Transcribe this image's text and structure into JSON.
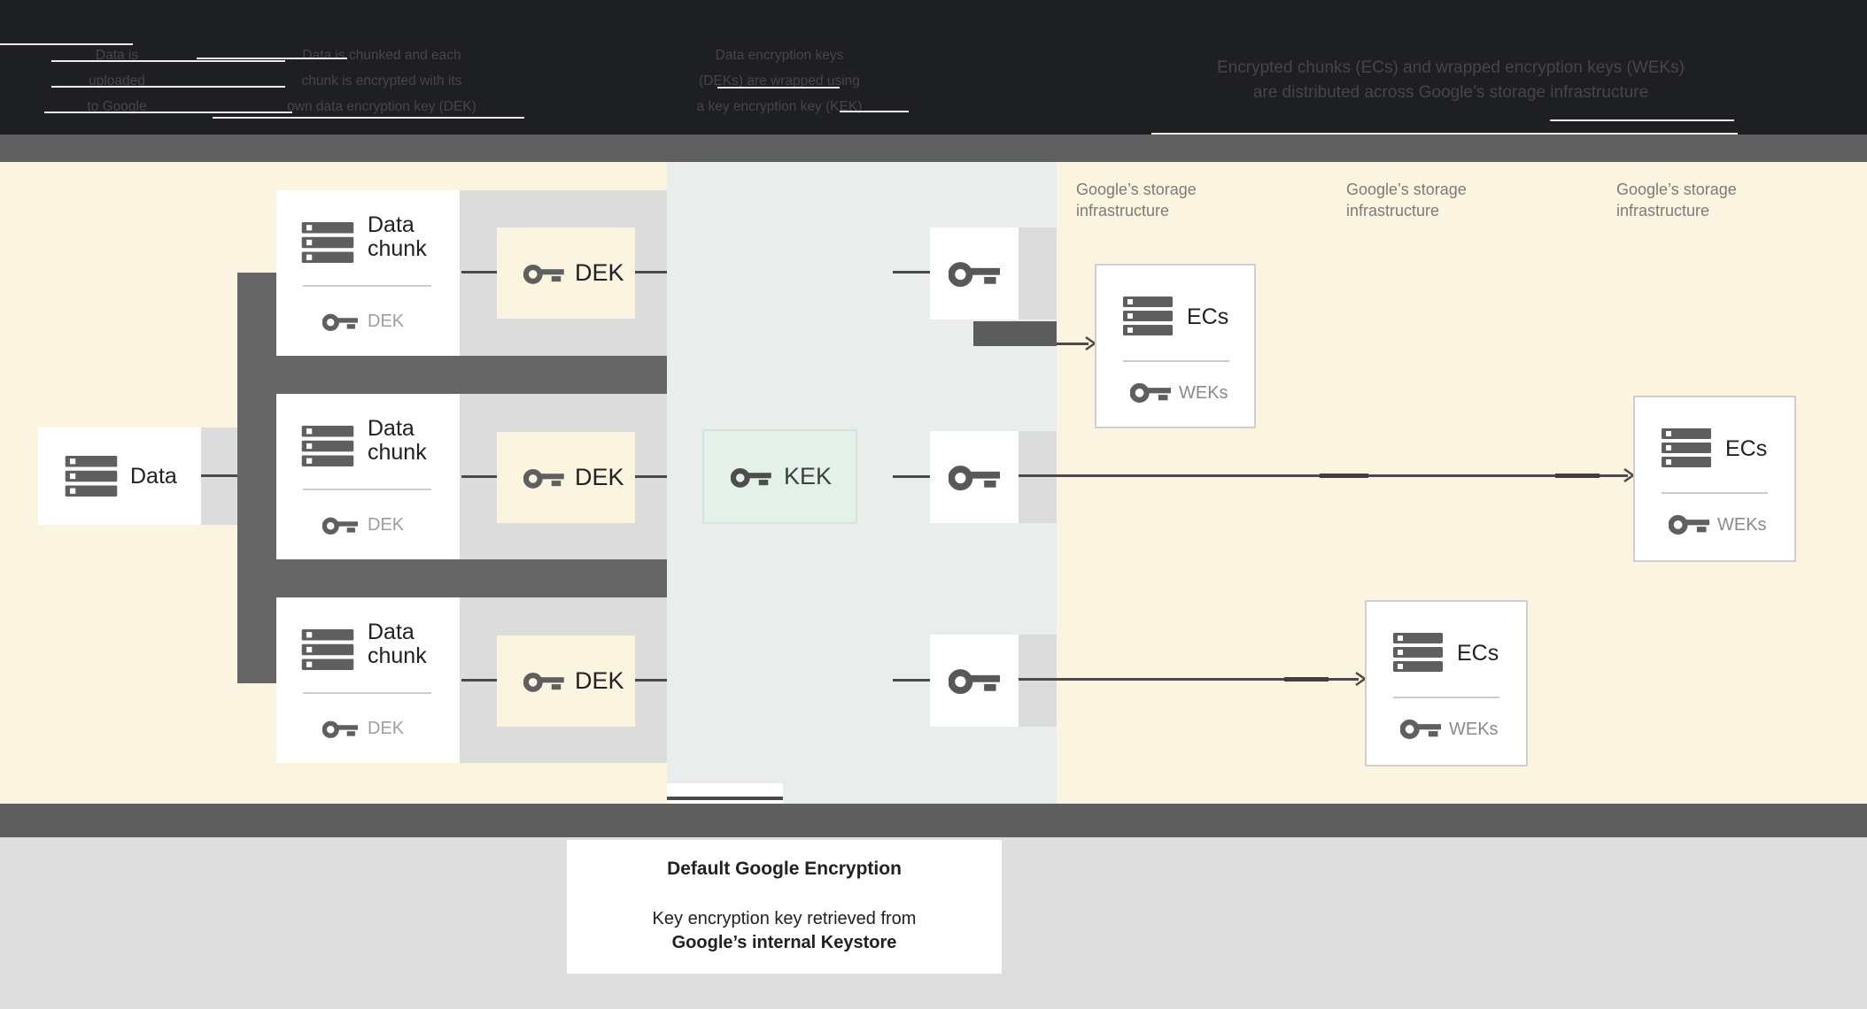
{
  "top_banner": {
    "steps": [
      {
        "lines": [
          "Data is",
          "uploaded",
          "to Google"
        ]
      },
      {
        "lines": [
          "Data is chunked and each",
          "chunk is encrypted with its",
          "own data encryption key (DEK)"
        ]
      },
      {
        "lines": [
          "Data encryption keys",
          "(DEKs) are wrapped using",
          "a key encryption key (KEK)"
        ]
      },
      {
        "lines": [
          "Encrypted chunks (ECs) and wrapped encryption keys (WEKs)",
          "are distributed across Google’s storage infrastructure"
        ]
      }
    ]
  },
  "diagram": {
    "data_box": {
      "label": "Data"
    },
    "chunk_rows": [
      {
        "line1": "Data",
        "line2": "chunk",
        "key_label": "DEK"
      },
      {
        "line1": "Data",
        "line2": "chunk",
        "key_label": "DEK"
      },
      {
        "line1": "Data",
        "line2": "chunk",
        "key_label": "DEK"
      }
    ],
    "dek_boxes": [
      {
        "label": "DEK"
      },
      {
        "label": "DEK"
      },
      {
        "label": "DEK"
      }
    ],
    "kek_box": {
      "label": "KEK"
    },
    "storage_labels": [
      {
        "line1": "Google’s storage",
        "line2": "infrastructure"
      },
      {
        "line1": "Google’s storage",
        "line2": "infrastructure"
      },
      {
        "line1": "Google’s storage",
        "line2": "infrastructure"
      }
    ],
    "ec_boxes": [
      {
        "label": "ECs",
        "key_label": "WEKs"
      },
      {
        "label": "ECs",
        "key_label": "WEKs"
      },
      {
        "label": "ECs",
        "key_label": "WEKs"
      }
    ]
  },
  "caption": {
    "title": "Default Google Encryption",
    "line1": "Key encryption key retrieved from",
    "line2": "Google’s internal Keystore"
  },
  "colors": {
    "banner_bg": "#1e1f22",
    "banner_text": "#45454c",
    "gray_bar": "#606060",
    "cream_zone": "#fbf4e0",
    "keystore_zone": "#e9edec",
    "gray_band": "#dcdcdc",
    "tree_connector": "#666666",
    "thin_line": "#4a4a4a",
    "kek_fill": "#e4f1e8",
    "kek_border": "#d2e5d8",
    "ec_border": "#cfcfcf",
    "icon_dark": "#5f5f5f",
    "text_dark": "#202124",
    "muted_label": "#9e9e9e",
    "storage_label": "#7b7b78",
    "bottom_bg": "#dedede",
    "caption_text": "#212121"
  }
}
